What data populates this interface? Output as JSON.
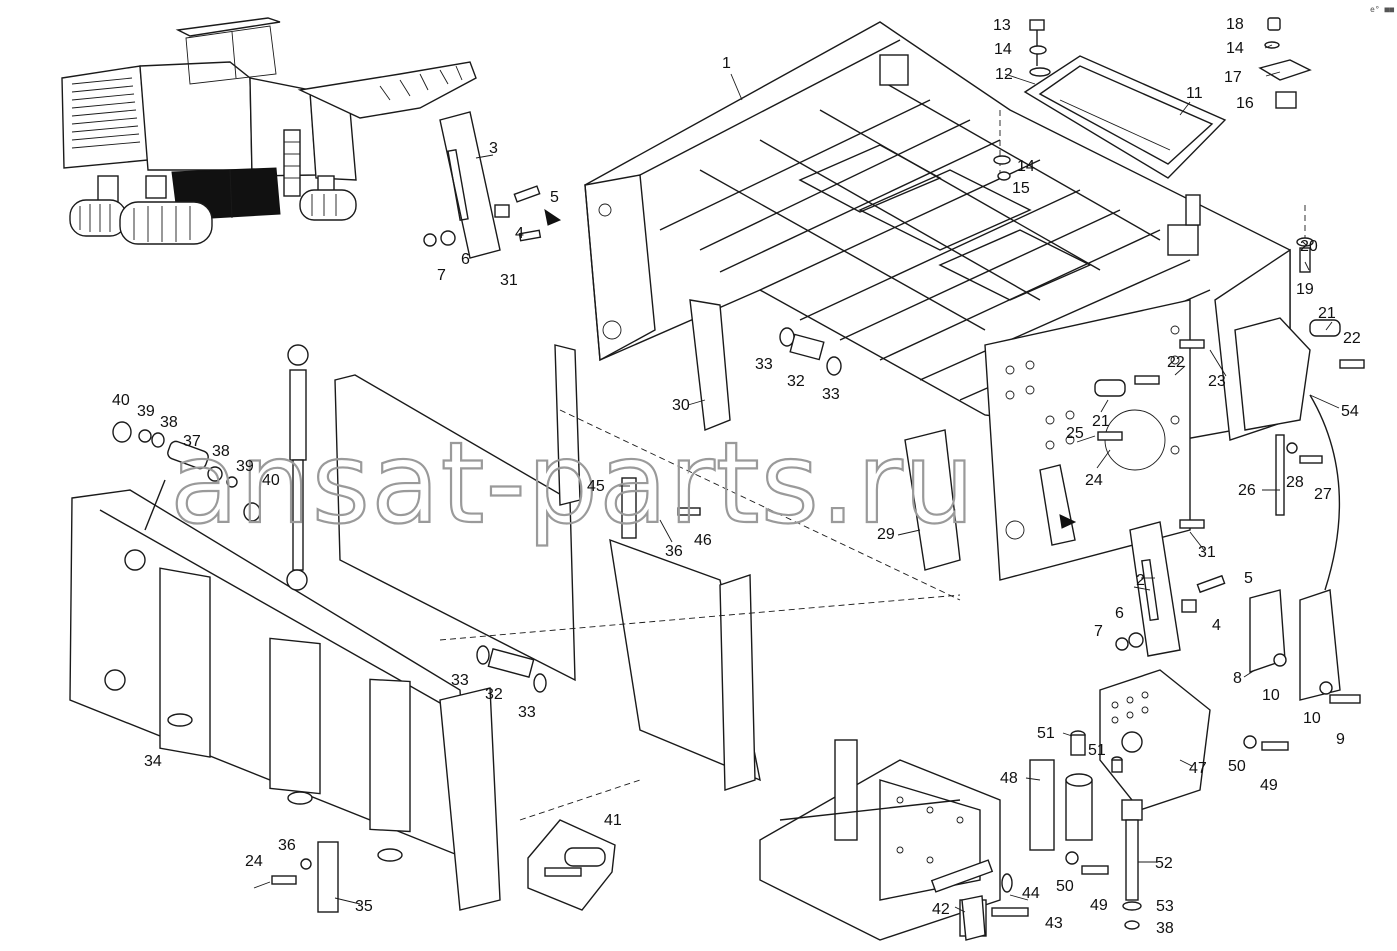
{
  "drawing": {
    "callouts": [
      "1",
      "2",
      "3",
      "4",
      "5",
      "6",
      "7",
      "8",
      "9",
      "10",
      "11",
      "12",
      "13",
      "14",
      "15",
      "16",
      "17",
      "18",
      "19",
      "20",
      "21",
      "22",
      "23",
      "24",
      "25",
      "26",
      "27",
      "28",
      "29",
      "30",
      "31",
      "32",
      "33",
      "34",
      "35",
      "36",
      "37",
      "38",
      "39",
      "40",
      "41",
      "42",
      "43",
      "44",
      "45",
      "46",
      "47",
      "48",
      "49",
      "50",
      "51",
      "52",
      "53",
      "54"
    ]
  },
  "watermark": "ansat-parts.ru",
  "corner_mark": "e° ■■"
}
